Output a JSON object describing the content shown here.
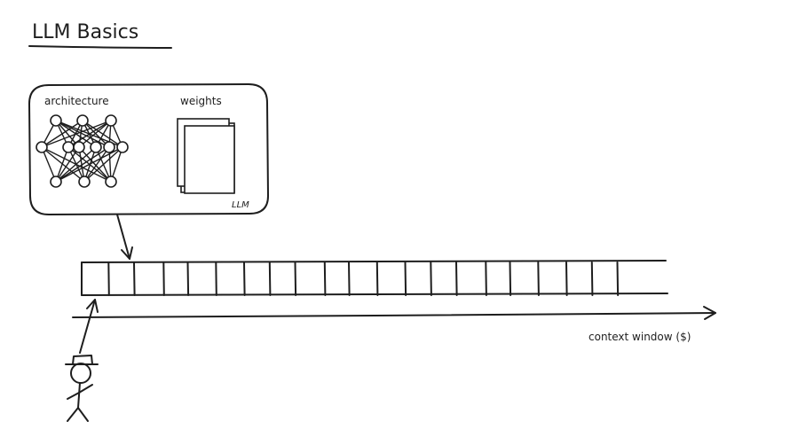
{
  "title": "LLM Basics",
  "llm_box": {
    "architecture_label": "architecture",
    "weights_label": "weights",
    "corner_label": "LLM"
  },
  "context_window": {
    "axis_label": "context window ($)",
    "filled_cells": 20
  },
  "icons": {
    "user": "stick-figure-with-hat-icon",
    "network": "neural-network-icon",
    "weights": "document-stack-icon"
  },
  "colors": {
    "ink": "#1e1e1e",
    "background": "#ffffff"
  }
}
